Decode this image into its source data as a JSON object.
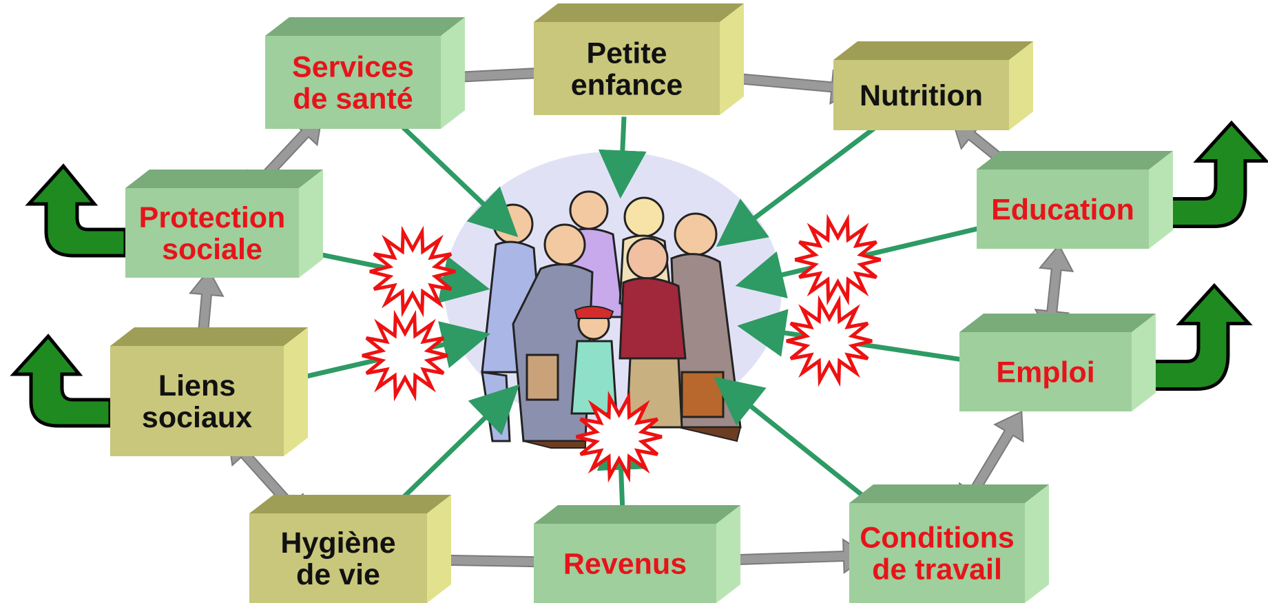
{
  "diagram": {
    "center": {
      "icon": "group-of-people-illustration"
    },
    "nodes": [
      {
        "id": "services-sante",
        "lines": [
          "Services",
          "de santé"
        ],
        "text_color": "#e8131a",
        "face": "#9ecf9c",
        "side": "#b8e4b4",
        "top": "#7aab7a"
      },
      {
        "id": "petite-enfance",
        "lines": [
          "Petite",
          "enfance"
        ],
        "text_color": "#111111",
        "face": "#c8c77c",
        "side": "#e2e28e",
        "top": "#9e9e57"
      },
      {
        "id": "nutrition",
        "lines": [
          "Nutrition"
        ],
        "text_color": "#111111",
        "face": "#c8c77c",
        "side": "#e2e28e",
        "top": "#9e9e57"
      },
      {
        "id": "protection",
        "lines": [
          "Protection",
          "sociale"
        ],
        "text_color": "#e8131a",
        "face": "#9ecf9c",
        "side": "#b8e4b4",
        "top": "#7aab7a"
      },
      {
        "id": "education",
        "lines": [
          "Education"
        ],
        "text_color": "#e8131a",
        "face": "#9ecf9c",
        "side": "#b8e4b4",
        "top": "#7aab7a"
      },
      {
        "id": "liens-sociaux",
        "lines": [
          "Liens",
          "sociaux"
        ],
        "text_color": "#111111",
        "face": "#c8c77c",
        "side": "#e2e28e",
        "top": "#9e9e57"
      },
      {
        "id": "emploi",
        "lines": [
          "Emploi"
        ],
        "text_color": "#e8131a",
        "face": "#9ecf9c",
        "side": "#b8e4b4",
        "top": "#7aab7a"
      },
      {
        "id": "hygiene",
        "lines": [
          "Hygiène",
          "de vie"
        ],
        "text_color": "#111111",
        "face": "#c8c77c",
        "side": "#e2e28e",
        "top": "#9e9e57"
      },
      {
        "id": "revenus",
        "lines": [
          "Revenus"
        ],
        "text_color": "#e8131a",
        "face": "#9ecf9c",
        "side": "#b8e4b4",
        "top": "#7aab7a"
      },
      {
        "id": "conditions",
        "lines": [
          "Conditions",
          "de travail"
        ],
        "text_color": "#e8131a",
        "face": "#9ecf9c",
        "side": "#b8e4b4",
        "top": "#7aab7a"
      }
    ],
    "links_gray": [
      [
        "services-sante",
        "petite-enfance"
      ],
      [
        "petite-enfance",
        "nutrition"
      ],
      [
        "nutrition",
        "education"
      ],
      [
        "services-sante",
        "protection"
      ],
      [
        "protection",
        "liens-sociaux"
      ],
      [
        "liens-sociaux",
        "hygiene"
      ],
      [
        "hygiene",
        "revenus"
      ],
      [
        "revenus",
        "conditions"
      ],
      [
        "conditions",
        "emploi"
      ],
      [
        "education",
        "emploi"
      ]
    ],
    "links_to_center": [
      "services-sante",
      "petite-enfance",
      "nutrition",
      "protection",
      "education",
      "liens-sociaux",
      "emploi",
      "hygiene",
      "revenus",
      "conditions"
    ],
    "burst_on": [
      "protection",
      "liens-sociaux",
      "education",
      "emploi",
      "revenus"
    ],
    "green_up_arrows": [
      "education",
      "emploi"
    ],
    "green_left_arrows": [
      "protection",
      "liens-sociaux"
    ],
    "colors": {
      "green_arrow": "#2e9a64",
      "gray_arrow": "#9a9a9a",
      "burst_outline": "#ee1111",
      "big_arrow_fill": "#1f8a1f"
    }
  }
}
